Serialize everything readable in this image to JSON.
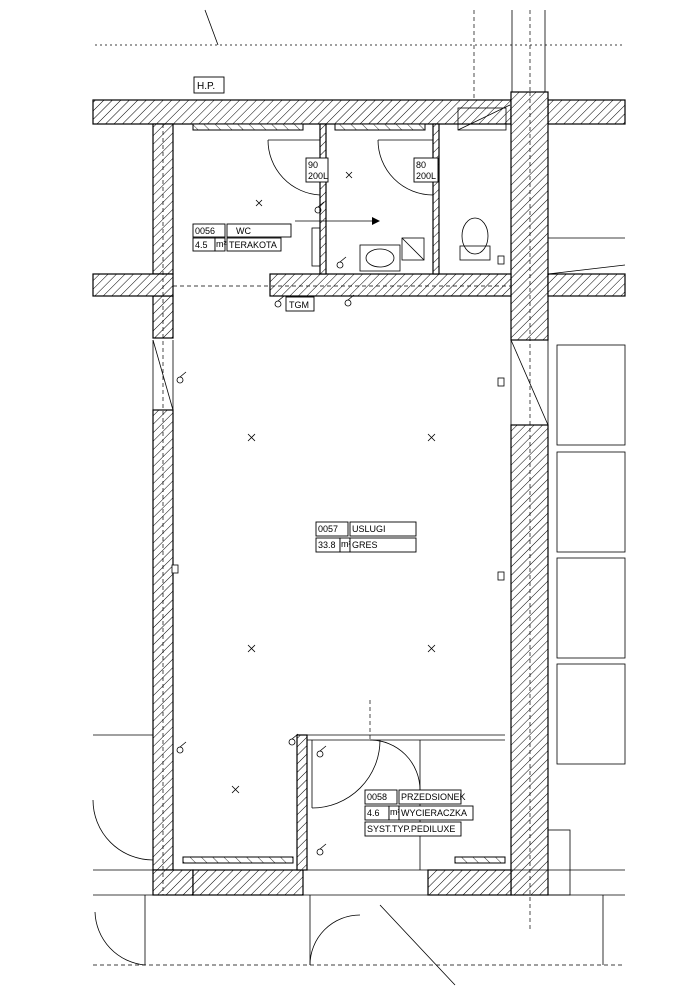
{
  "header": {
    "hp_label": "H.P."
  },
  "rooms": {
    "wc": {
      "number": "0056",
      "name": "WC",
      "area": "4.5",
      "unit": "m²",
      "floor": "TERAKOTA"
    },
    "uslugi": {
      "number": "0057",
      "name": "USLUGI",
      "area": "33.8",
      "unit": "m²",
      "floor": "GRES"
    },
    "przedsionek": {
      "number": "0058",
      "name": "PRZEDSIONEK",
      "area": "4.6",
      "unit": "m²",
      "floor": "WYCIERACZKA",
      "floor2": "SYST.TYP.PEDILUXE"
    }
  },
  "doors": {
    "left": {
      "width": "90",
      "height": "200L"
    },
    "right": {
      "width": "80",
      "height": "200L"
    }
  },
  "tgm_label": "TGM"
}
